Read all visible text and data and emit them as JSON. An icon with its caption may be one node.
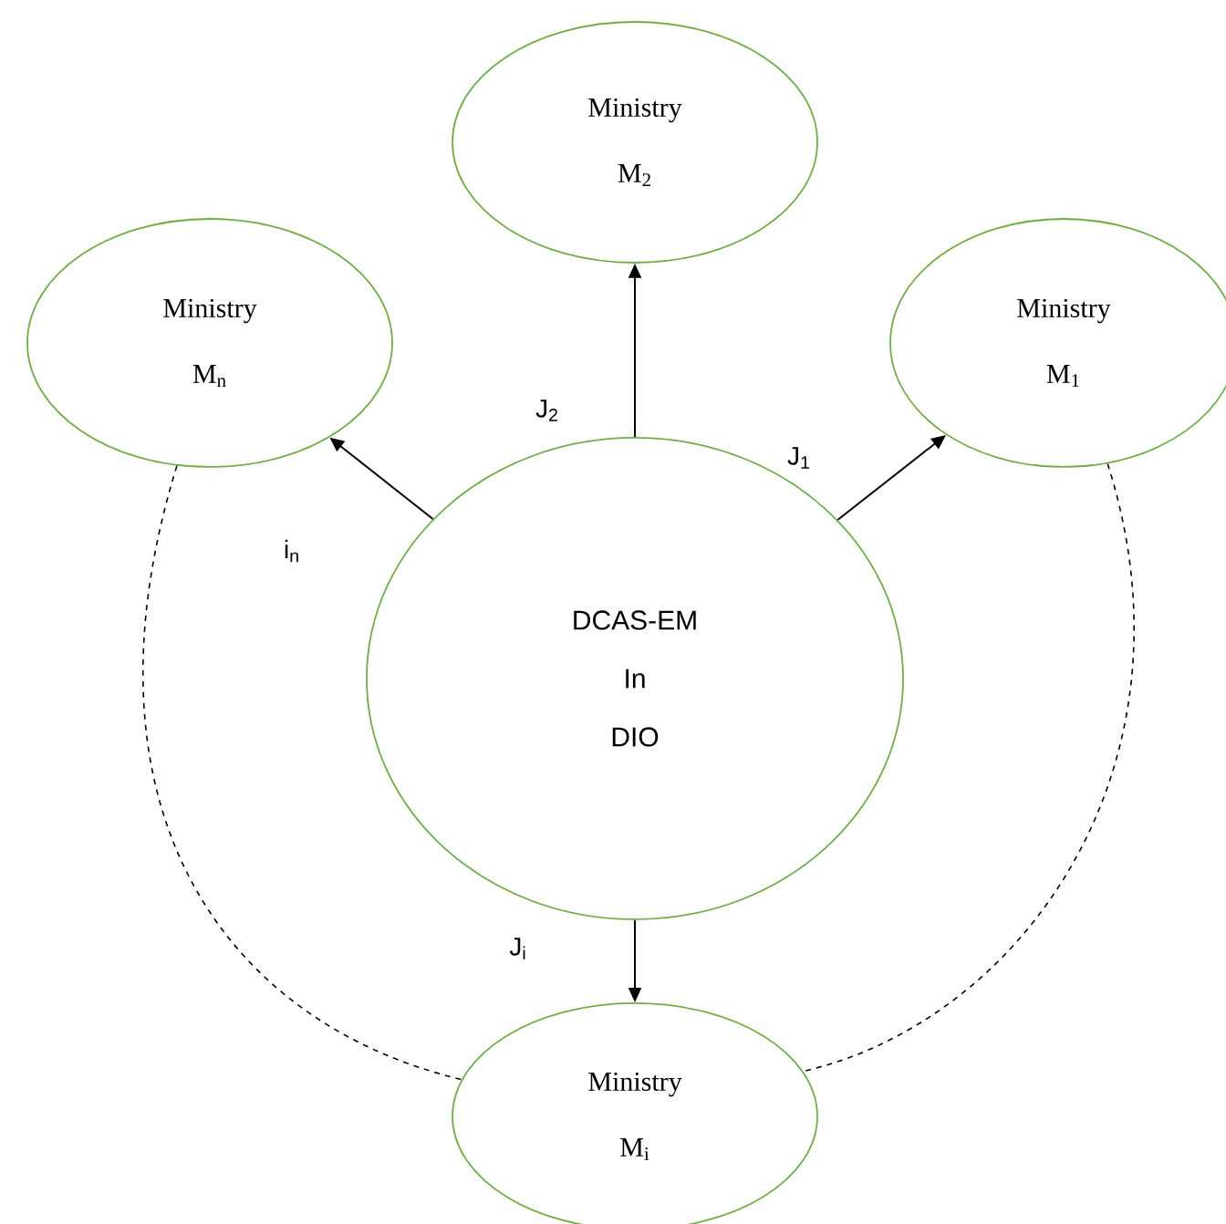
{
  "diagram": {
    "nodes": [
      {
        "text": [
          "Ministry",
          "M$_{2}$"
        ]
      },
      {
        "text": [
          "Ministry",
          "M$_{n}$"
        ]
      },
      {
        "text": [
          "Ministry",
          "M$_{1}$"
        ]
      },
      {
        "text": [
          "DCAS-EM",
          "In",
          "DIO"
        ]
      },
      {
        "text": [
          "Ministry",
          "M$_{i}$"
        ]
      }
    ],
    "edges": [
      {
        "from": 3,
        "to": 1,
        "arrow": "to",
        "label": "i$_{n}$"
      },
      {
        "from": 3,
        "to": 0,
        "arrow": "to",
        "label": "J$_{2}$"
      },
      {
        "from": 3,
        "to": 2,
        "arrow": "to",
        "label": "J$_{1}$"
      },
      {
        "from": 3,
        "to": 4,
        "arrow": "to",
        "label": "J$_{i}$"
      },
      {
        "from": 1,
        "to": 4,
        "arrow": "none",
        "style": "dashed"
      },
      {
        "from": 2,
        "to": 4,
        "arrow": "none",
        "style": "dashed"
      }
    ]
  }
}
